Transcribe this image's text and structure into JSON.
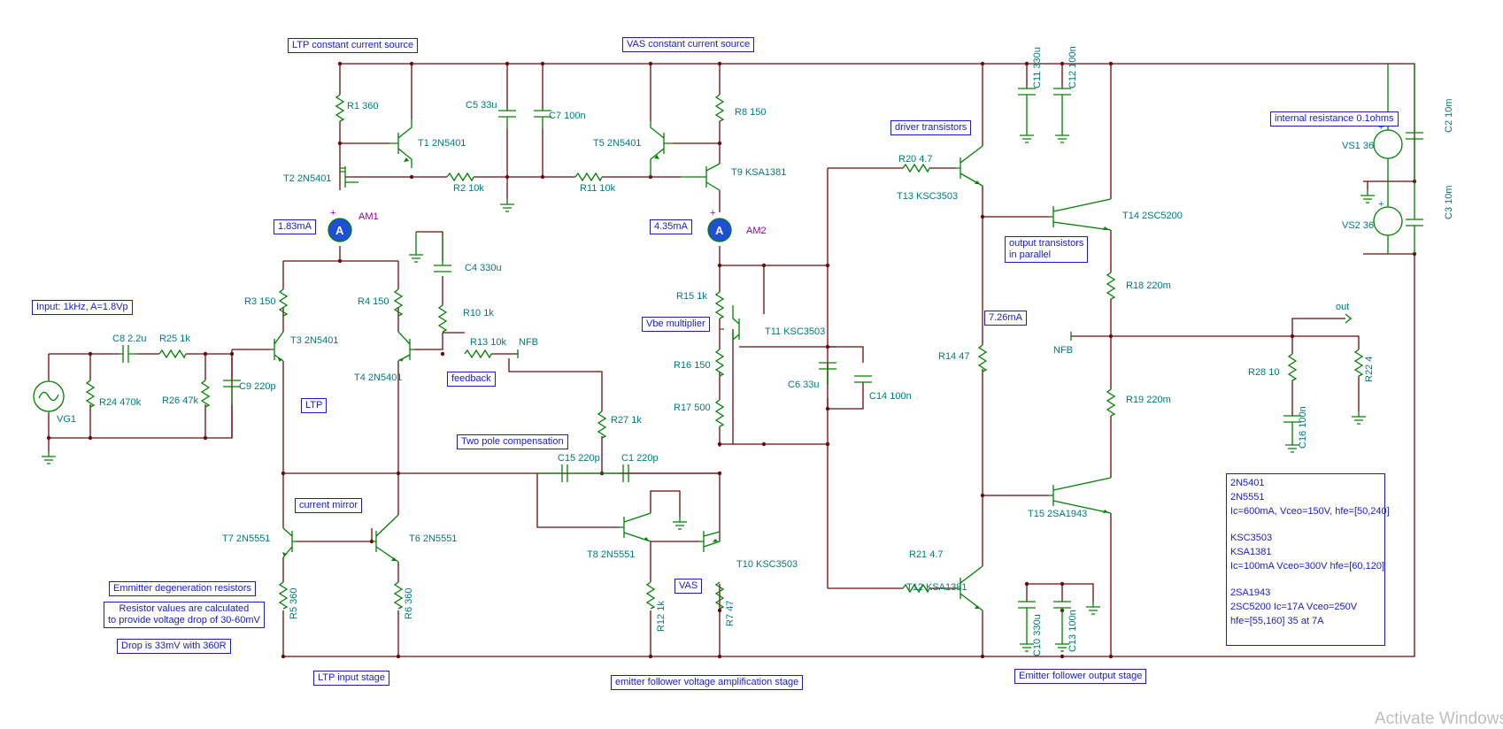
{
  "notes": {
    "ltp_ccs": "LTP constant current source",
    "vas_ccs": "VAS constant current source",
    "driver": "driver transistors",
    "internal_res": "internal resistance 0.1ohms",
    "am1_reading": "1.83mA",
    "am2_reading": "4.35mA",
    "output_parallel_1": "output transistors",
    "output_parallel_2": "in parallel",
    "input": "Input: 1kHz, A=1.8Vp",
    "vbe_mult": "Vbe multiplier",
    "out_current": "7.26mA",
    "feedback": "feedback",
    "ltp": "LTP",
    "two_pole": "Two pole compensation",
    "current_mirror": "current mirror",
    "emitter_degen": "Emmitter degeneration resistors",
    "resistor_calc_1": "Resistor values are calculated",
    "resistor_calc_2": "to provide voltage drop of 30-60mV",
    "drop": "Drop is 33mV with 360R",
    "vas": "VAS",
    "ltp_input": "LTP input stage",
    "ef_vas": "emitter follower voltage amplification stage",
    "ef_output": "Emitter follower output stage"
  },
  "infobox": {
    "l1": "2N5401",
    "l2": "2N5551",
    "l3": "Ic=600mA, Vceo=150V, hfe=[50,240]",
    "l4": "KSC3503",
    "l5": "KSA1381",
    "l6": "Ic=100mA Vceo=300V hfe=[60,120]",
    "l7": "2SA1943",
    "l8": "2SC5200 Ic=17A Vceo=250V",
    "l9": "hfe=[55,160] 35 at 7A"
  },
  "components": {
    "r1": "R1 360",
    "t1": "T1 2N5401",
    "t2": "T2 2N5401",
    "c5": "C5 33u",
    "c7": "C7 100n",
    "r2": "R2 10k",
    "r11": "R11 10k",
    "t5": "T5 2N5401",
    "r8": "R8 150",
    "t9": "T9 KSA1381",
    "am1": "AM1",
    "am2": "AM2",
    "r20": "R20 4.7",
    "t13": "T13 KSC3503",
    "c11": "C11 330u",
    "c12": "C12 100n",
    "t14": "T14 2SC5200",
    "vs1": "VS1 36",
    "vs2": "VS2 36",
    "c2": "C2 10m",
    "c3": "C3 10m",
    "c4": "C4 330u",
    "r3": "R3 150",
    "r4": "R4 150",
    "r10": "R10 1k",
    "r13": "R13 10k",
    "nfb1": "NFB",
    "t3": "T3 2N5401",
    "t4": "T4 2N5401",
    "c8": "C8 2.2u",
    "r25": "R25 1k",
    "r24": "R24 470k",
    "r26": "R26 47k",
    "c9": "C9 220p",
    "vg1": "VG1",
    "r15": "R15 1k",
    "t11": "T11 KSC3503",
    "r16": "R16 150",
    "c6": "C6 33u",
    "c14": "C14 100n",
    "r17": "R17 500",
    "r14": "R14 47",
    "r18": "R18 220m",
    "nfb2": "NFB",
    "out": "out",
    "r28": "R28 10",
    "r22": "R22 4",
    "c16": "C16 100n",
    "r19": "R19 220m",
    "r27": "R27 1k",
    "c15": "C15 220p",
    "c1": "C1 220p",
    "t7": "T7 2N5551",
    "t6": "T6 2N5551",
    "t8": "T8 2N5551",
    "t10": "T10 KSC3503",
    "r21": "R21 4.7",
    "t12": "T12 KSA1381",
    "t15": "T15 2SA1943",
    "r5": "R5 360",
    "r6": "R6 360",
    "r12": "R12 1k",
    "r7": "R7 47",
    "c10": "C10 330u",
    "c13": "C13 100n",
    "meter_symbol": "A",
    "plus": "+"
  },
  "watermark": "Activate Windows"
}
